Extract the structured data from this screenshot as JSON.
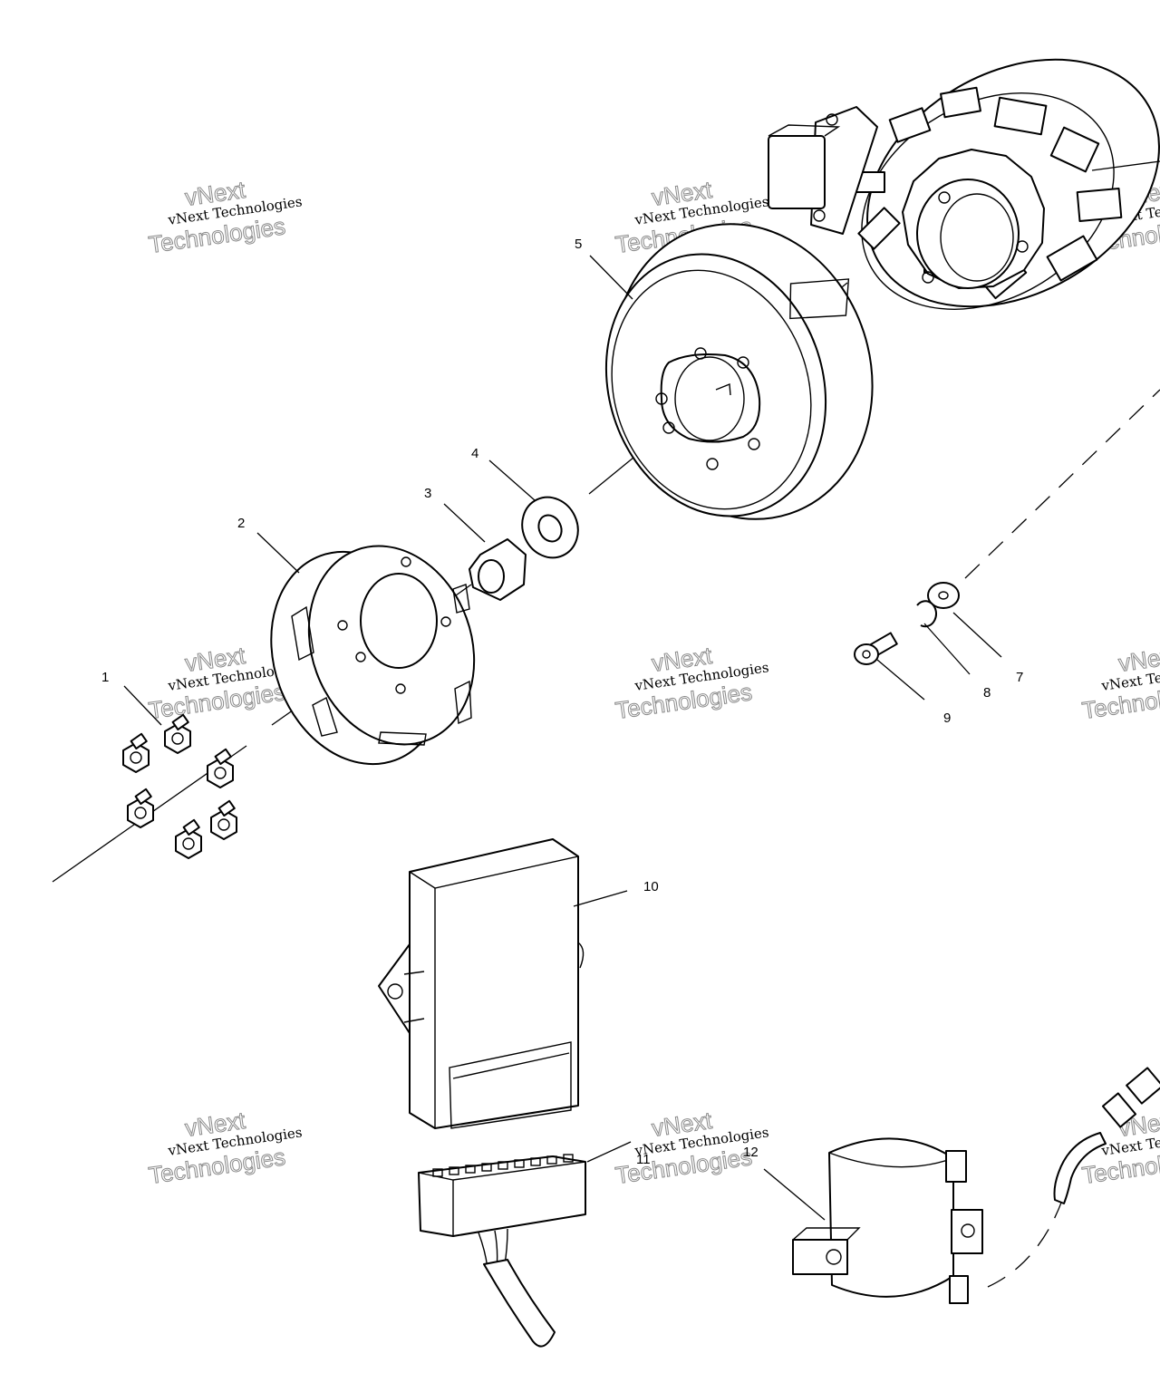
{
  "watermark": {
    "line1": "vNext Technologies",
    "line2": "vNext",
    "line3": "Technologies"
  },
  "callouts": [
    {
      "id": "1",
      "label": "1"
    },
    {
      "id": "2",
      "label": "2"
    },
    {
      "id": "3",
      "label": "3"
    },
    {
      "id": "4",
      "label": "4"
    },
    {
      "id": "5",
      "label": "5"
    },
    {
      "id": "7",
      "label": "7"
    },
    {
      "id": "8",
      "label": "8"
    },
    {
      "id": "9",
      "label": "9"
    },
    {
      "id": "10",
      "label": "10"
    },
    {
      "id": "11",
      "label": "11"
    },
    {
      "id": "12",
      "label": "12"
    }
  ]
}
